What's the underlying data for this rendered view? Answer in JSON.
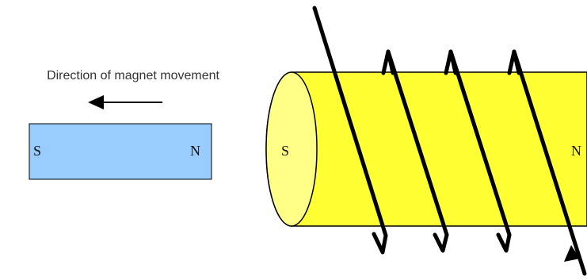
{
  "caption": "Direction of magnet movement",
  "bar_magnet": {
    "south_label": "S",
    "north_label": "N"
  },
  "solenoid": {
    "south_label": "S",
    "north_label": "N"
  },
  "colors": {
    "bar_magnet_fill": "#99ccff",
    "solenoid_fill": "#ffff33",
    "solenoid_end_face": "#ffff88",
    "wire": "#000000"
  }
}
